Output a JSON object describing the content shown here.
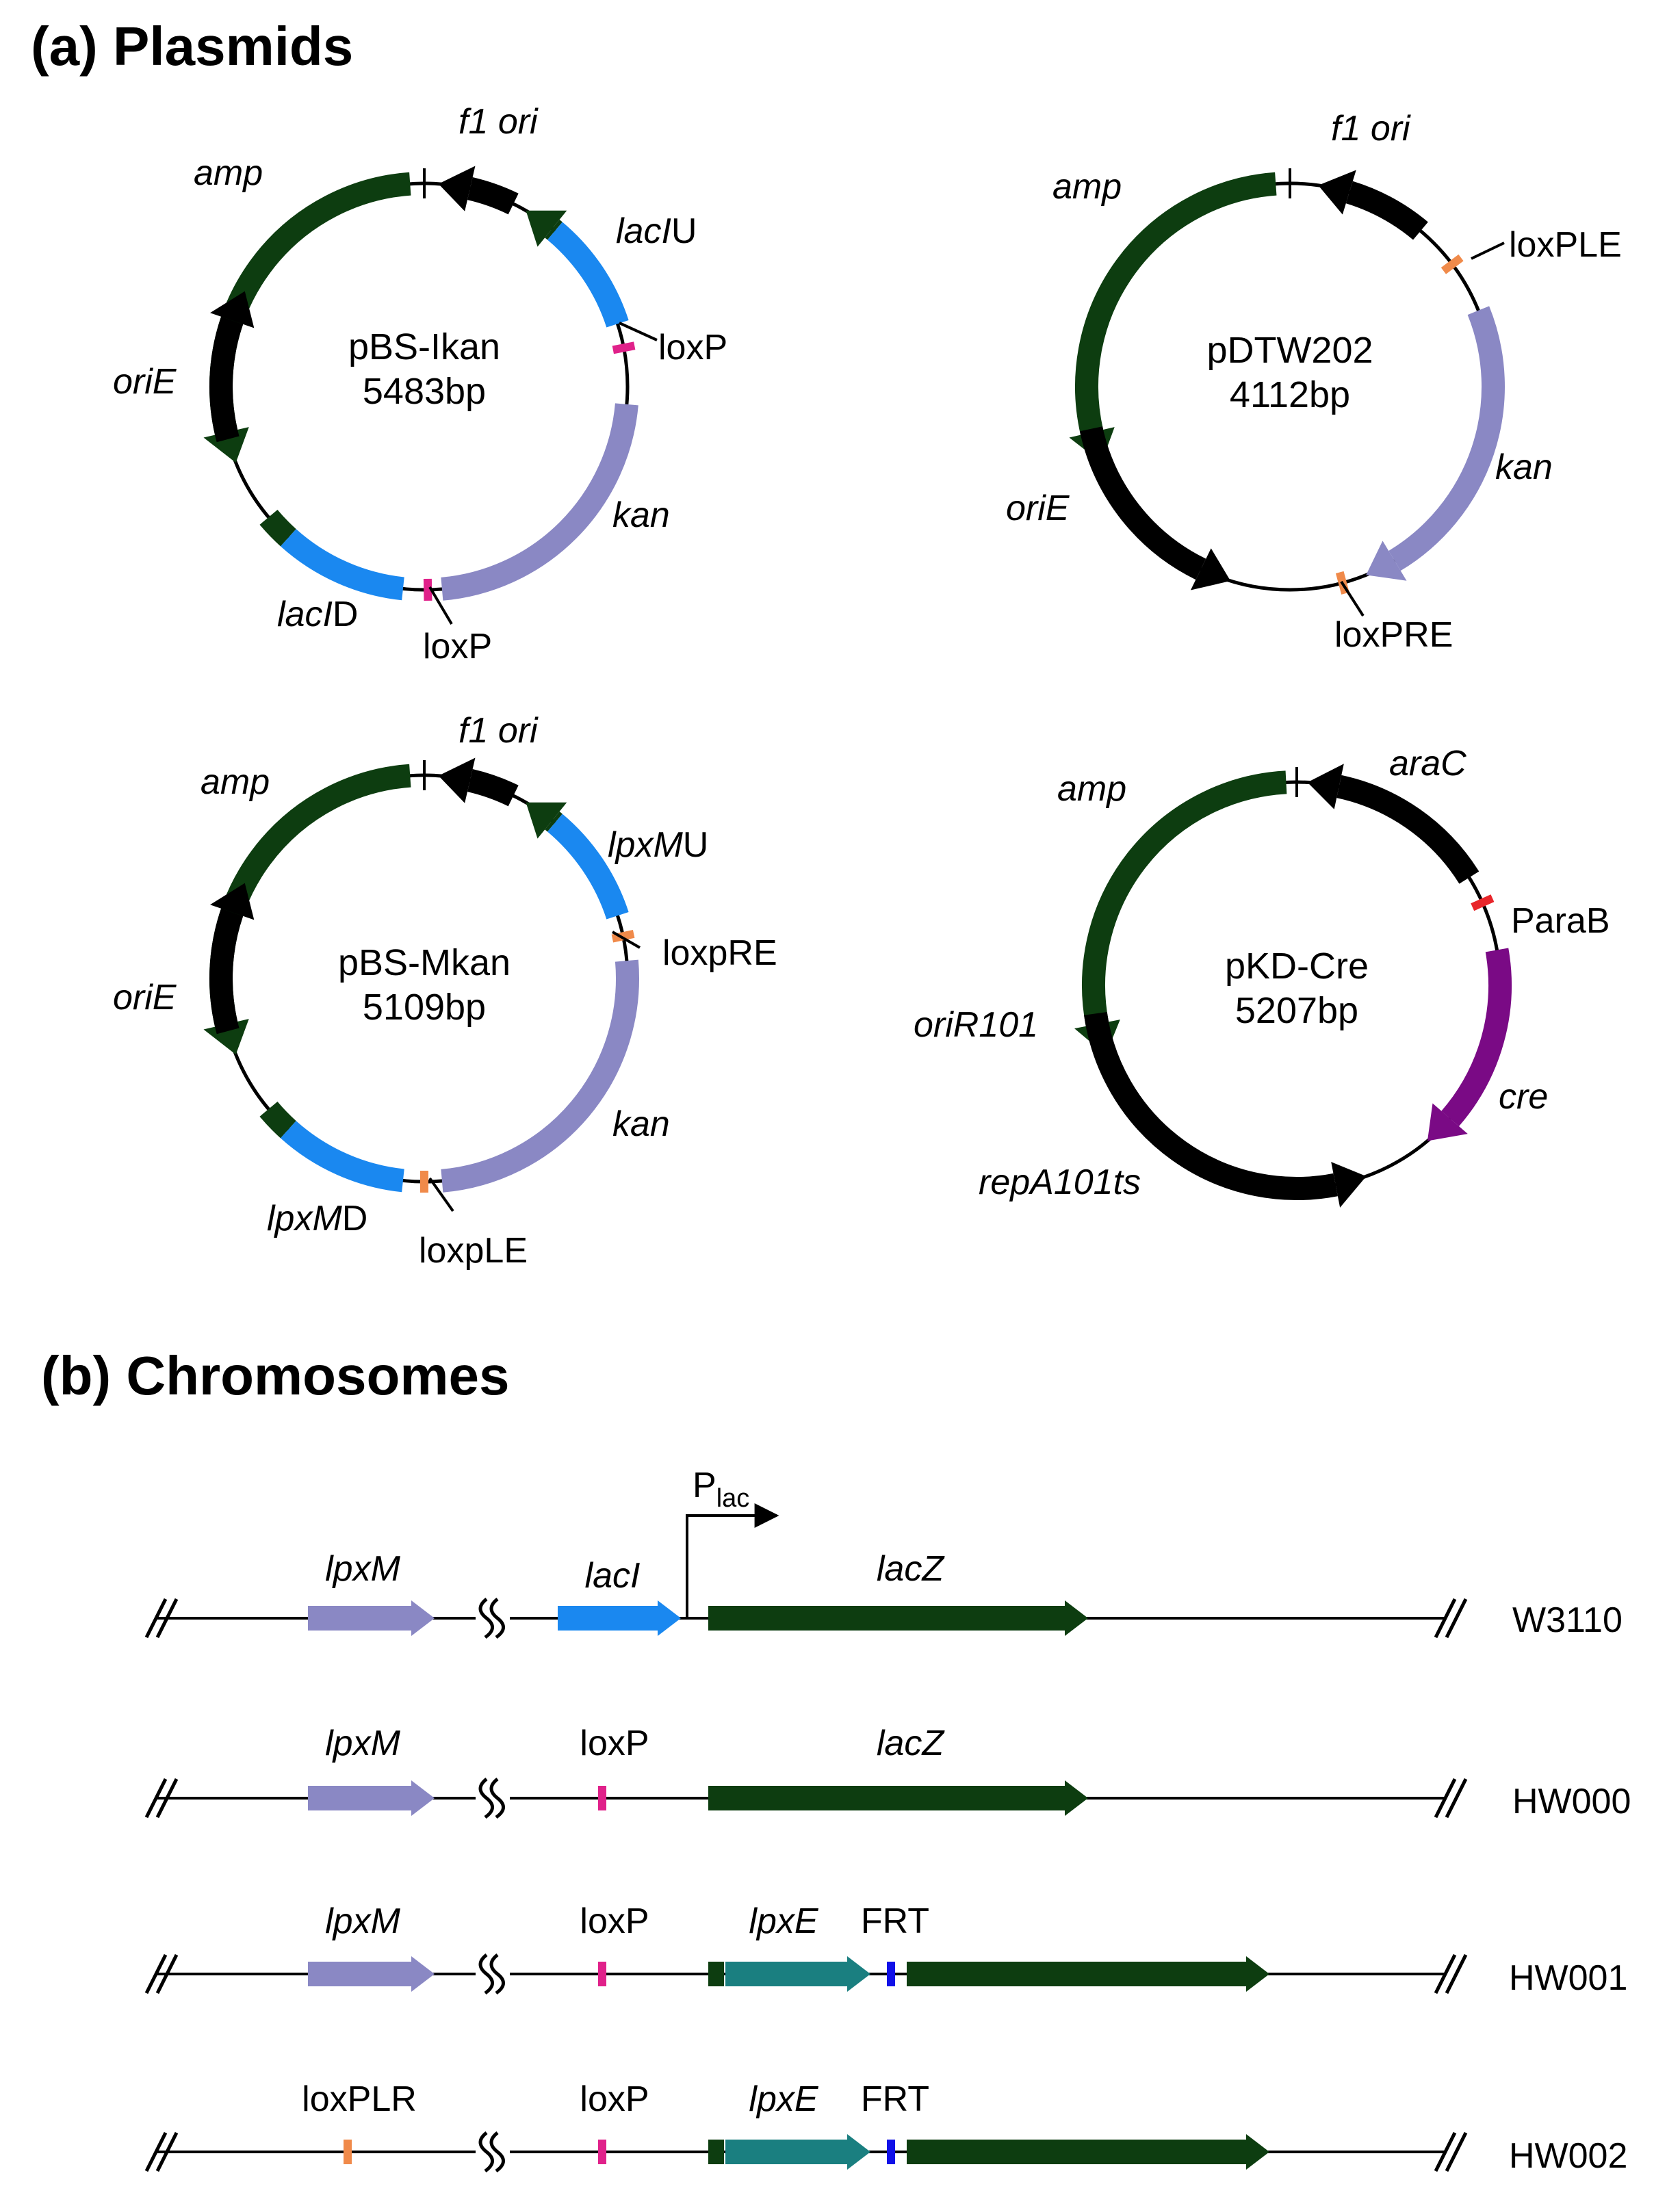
{
  "sections": {
    "a": "(a) Plasmids",
    "b": "(b) Chromosomes"
  },
  "colors": {
    "dark_green": "#0d3d10",
    "blue": "#1a88f0",
    "lavender": "#8a88c4",
    "pink": "#e0218a",
    "orange": "#f08a4a",
    "red": "#e8252a",
    "purple": "#7a0a85",
    "teal": "#1a7f80",
    "frt_blue": "#1010e8",
    "black": "#000000"
  },
  "plasmids": {
    "pbs_ikan": {
      "name": "pBS-Ikan",
      "size": "5483bp",
      "labels": {
        "f1ori": "f1 ori",
        "amp": "amp",
        "laciu_a": "lacI",
        "laciu_b": "U",
        "loxp_top": "loxP",
        "orie": "oriE",
        "kan": "kan",
        "lacid_a": "lacI",
        "lacid_b": "D",
        "loxp_bottom": "loxP"
      }
    },
    "pdtw202": {
      "name": "pDTW202",
      "size": "4112bp",
      "labels": {
        "f1ori": "f1 ori",
        "amp": "amp",
        "loxple": "loxPLE",
        "orie": "oriE",
        "kan": "kan",
        "loxpre": "loxPRE"
      }
    },
    "pbs_mkan": {
      "name": "pBS-Mkan",
      "size": "5109bp",
      "labels": {
        "f1ori": "f1 ori",
        "amp": "amp",
        "lpxmu_a": "lpxM",
        "lpxmu_b": "U",
        "loxpre": "loxpRE",
        "orie": "oriE",
        "kan": "kan",
        "lpxmd_a": "lpxM",
        "lpxmd_b": "D",
        "loxple": "loxpLE"
      }
    },
    "pkd_cre": {
      "name": "pKD-Cre",
      "size": "5207bp",
      "labels": {
        "amp": "amp",
        "arac": "araC",
        "parab": "ParaB",
        "orir101": "oriR101",
        "cre": "cre",
        "repa": "repA101ts"
      }
    }
  },
  "chromosomes": {
    "w3110": {
      "strain": "W3110",
      "lpxm": "lpxM",
      "laci": "lacI",
      "plac_p": "P",
      "plac_sub": "lac",
      "lacz": "lacZ"
    },
    "hw000": {
      "strain": "HW000",
      "lpxm": "lpxM",
      "loxp": "loxP",
      "lacz": "lacZ"
    },
    "hw001": {
      "strain": "HW001",
      "lpxm": "lpxM",
      "loxp": "loxP",
      "lpxe": "lpxE",
      "frt": "FRT"
    },
    "hw002": {
      "strain": "HW002",
      "loxplr": "loxPLR",
      "loxp": "loxP",
      "lpxe": "lpxE",
      "frt": "FRT"
    }
  }
}
